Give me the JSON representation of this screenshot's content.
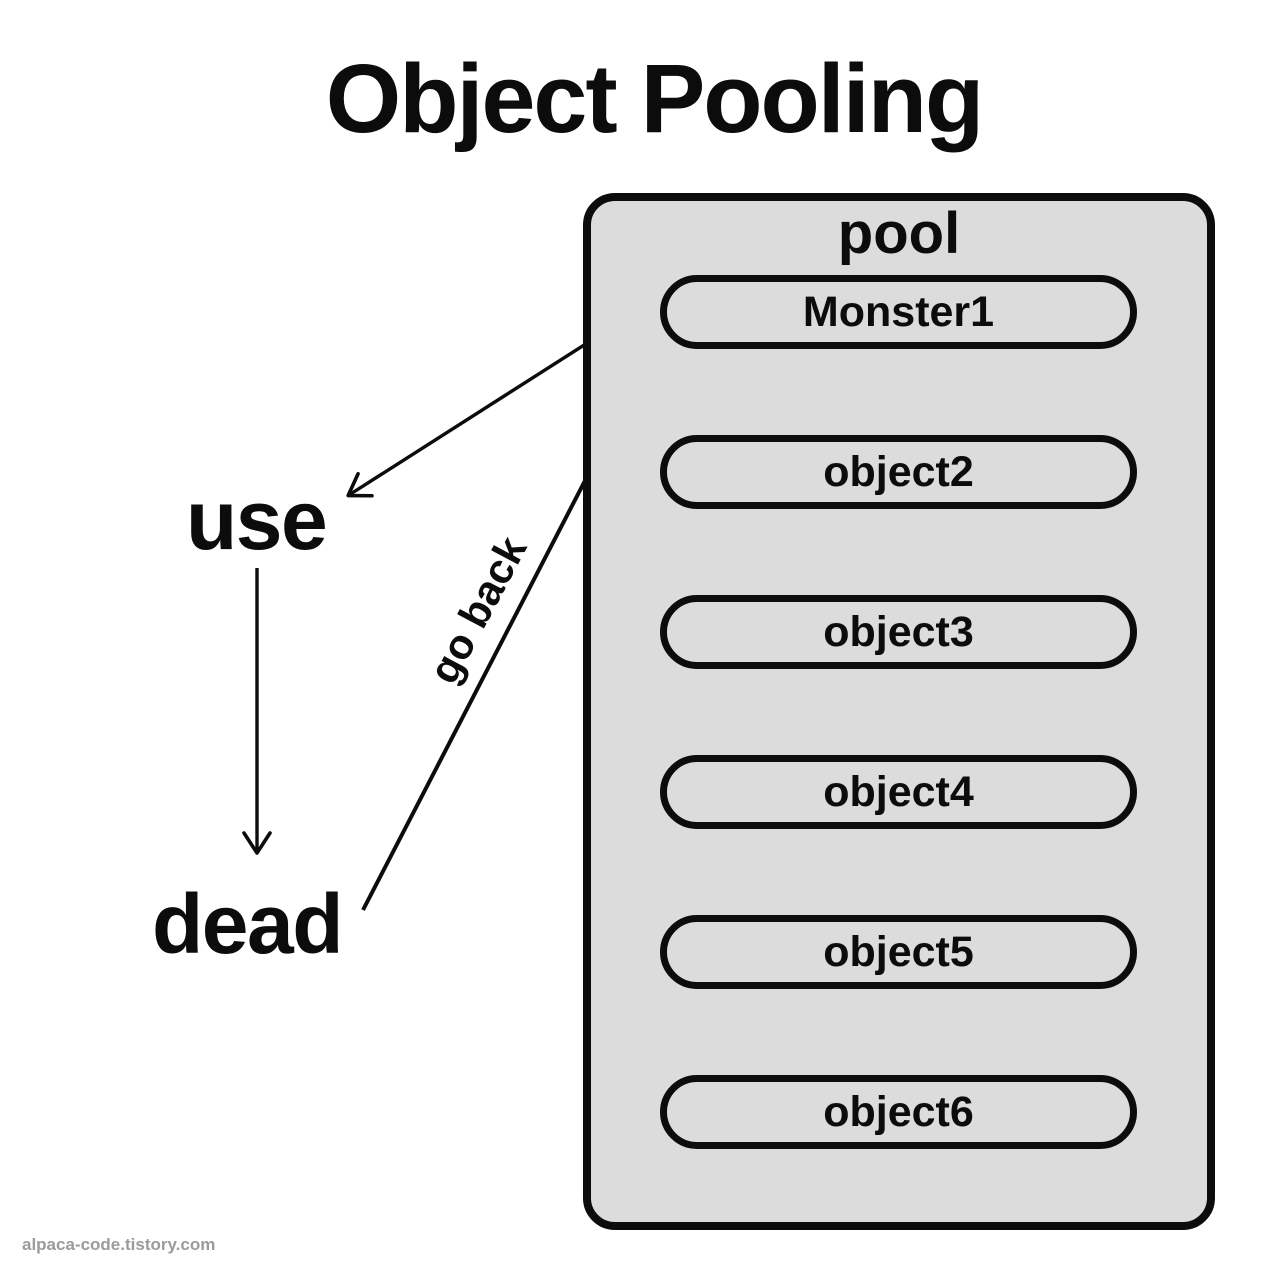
{
  "title": "Object Pooling",
  "watermark": "alpaca-code.tistory.com",
  "pool": {
    "label": "pool",
    "items": [
      "Monster1",
      "object2",
      "object3",
      "object4",
      "object5",
      "object6"
    ]
  },
  "states": {
    "use": "use",
    "dead": "dead"
  },
  "arrows": [
    {
      "name": "pool-to-use",
      "from": "Monster1",
      "to": "use",
      "label": ""
    },
    {
      "name": "use-to-dead",
      "from": "use",
      "to": "dead",
      "label": ""
    },
    {
      "name": "dead-to-pool",
      "from": "dead",
      "to": "Monster1",
      "label": "go back"
    }
  ],
  "colors": {
    "background": "#ffffff",
    "shape_fill": "#dcdcdc",
    "stroke": "#0c0c0c",
    "watermark_text": "#9b9b9b"
  }
}
